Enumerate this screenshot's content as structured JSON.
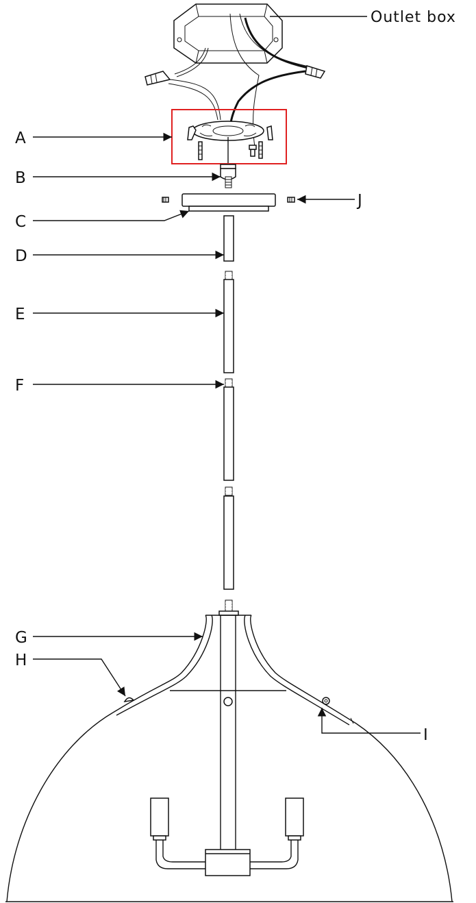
{
  "labels": {
    "outlet_box": "Outlet box",
    "A": "A",
    "B": "B",
    "C": "C",
    "D": "D",
    "E": "E",
    "F": "F",
    "G": "G",
    "H": "H",
    "I": "I",
    "J": "J"
  },
  "colors": {
    "line": "#111111",
    "highlight": "#e02020",
    "background": "#ffffff"
  }
}
